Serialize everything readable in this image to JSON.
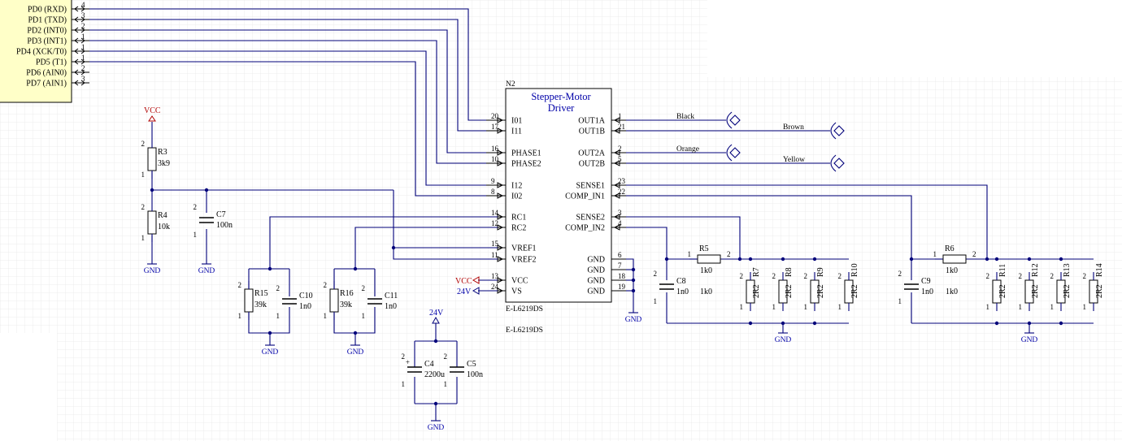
{
  "mcu": {
    "pins": [
      {
        "name": "PD0 (RXD)",
        "num": "4"
      },
      {
        "name": "PD1 (TXD)",
        "num": "3"
      },
      {
        "name": "PD2 (INT0)",
        "num": "2"
      },
      {
        "name": "PD3 (INT1)",
        "num": "1"
      },
      {
        "name": "PD4 (XCK/T0)",
        "num": "1"
      },
      {
        "name": "PD5 (T1)",
        "num": "1"
      },
      {
        "name": "PD6 (AIN0)",
        "num": "2"
      },
      {
        "name": "PD7 (AIN1)",
        "num": "3"
      }
    ]
  },
  "driver": {
    "ref": "N2",
    "title_line1": "Stepper-Motor",
    "title_line2": "Driver",
    "part_value": "E-L6219DS",
    "part_name": "E-L6219DS",
    "left_pins": [
      {
        "name": "I01",
        "num": "20"
      },
      {
        "name": "I11",
        "num": "17"
      },
      {
        "name": "PHASE1",
        "num": "16"
      },
      {
        "name": "PHASE2",
        "num": "10"
      },
      {
        "name": "I12",
        "num": "9"
      },
      {
        "name": "I02",
        "num": "8"
      },
      {
        "name": "RC1",
        "num": "14"
      },
      {
        "name": "RC2",
        "num": "12"
      },
      {
        "name": "VREF1",
        "num": "15"
      },
      {
        "name": "VREF2",
        "num": "11"
      },
      {
        "name": "VCC",
        "num": "13"
      },
      {
        "name": "VS",
        "num": "24"
      }
    ],
    "right_pins": [
      {
        "name": "OUT1A",
        "num": "1"
      },
      {
        "name": "OUT1B",
        "num": "21"
      },
      {
        "name": "OUT2A",
        "num": "2"
      },
      {
        "name": "OUT2B",
        "num": "5"
      },
      {
        "name": "SENSE1",
        "num": "23"
      },
      {
        "name": "COMP_IN1",
        "num": "22"
      },
      {
        "name": "SENSE2",
        "num": "3"
      },
      {
        "name": "COMP_IN2",
        "num": "4"
      },
      {
        "name": "GND",
        "num": "6"
      },
      {
        "name": "GND",
        "num": "7"
      },
      {
        "name": "GND",
        "num": "18"
      },
      {
        "name": "GND",
        "num": "19"
      }
    ]
  },
  "motor_wires": [
    "Black",
    "Brown",
    "Orange",
    "Yellow"
  ],
  "power": {
    "vcc": "VCC",
    "v24": "24V",
    "gnd": "GND"
  },
  "parts": {
    "R3": {
      "ref": "R3",
      "value": "3k9"
    },
    "R4": {
      "ref": "R4",
      "value": "10k"
    },
    "C7": {
      "ref": "C7",
      "value": "100n"
    },
    "R15": {
      "ref": "R15",
      "value": "39k"
    },
    "C10": {
      "ref": "C10",
      "value": "1n0"
    },
    "R16": {
      "ref": "R16",
      "value": "39k"
    },
    "C11": {
      "ref": "C11",
      "value": "1n0"
    },
    "C4": {
      "ref": "C4",
      "value": "2200u"
    },
    "C5": {
      "ref": "C5",
      "value": "100n"
    },
    "R5": {
      "ref": "R5",
      "value": "1k0"
    },
    "C8": {
      "ref": "C8",
      "value": "1n0"
    },
    "R6": {
      "ref": "R6",
      "value": "1k0"
    },
    "C9": {
      "ref": "C9",
      "value": "1n0"
    },
    "R7": {
      "ref": "R7",
      "value": "2R2"
    },
    "R8": {
      "ref": "R8",
      "value": "2R2"
    },
    "R9": {
      "ref": "R9",
      "value": "2R2"
    },
    "R10": {
      "ref": "R10",
      "value": "2R2"
    },
    "R11": {
      "ref": "R11",
      "value": "2R2"
    },
    "R12": {
      "ref": "R12",
      "value": "2R2"
    },
    "R13": {
      "ref": "R13",
      "value": "2R2"
    },
    "R14": {
      "ref": "R14",
      "value": "2R2"
    }
  },
  "pin_marks": {
    "one": "1",
    "two": "2",
    "plus": "+"
  }
}
